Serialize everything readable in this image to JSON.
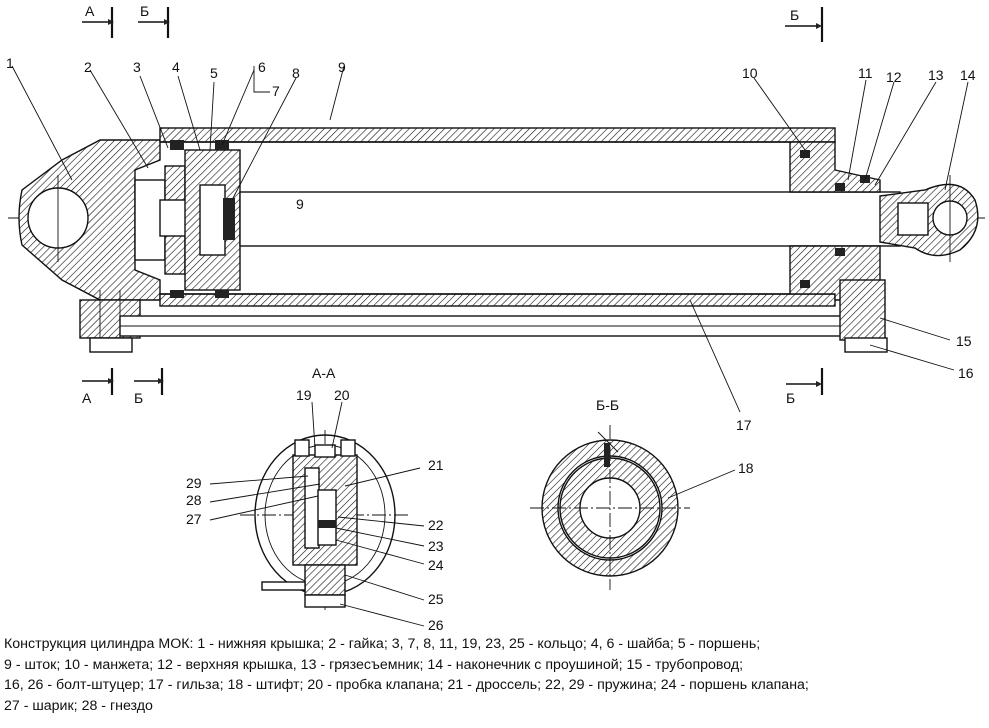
{
  "diagram": {
    "section_labels": {
      "aa_top_a": "А",
      "aa_top_b": "Б",
      "bb_top_b": "Б",
      "aa_bottom_a": "А",
      "aa_bottom_b": "Б",
      "bb_bottom_b": "Б",
      "view_aa": "А-А",
      "view_bb": "Б-Б"
    },
    "callouts": {
      "c1": "1",
      "c2": "2",
      "c3": "3",
      "c4": "4",
      "c5": "5",
      "c6": "6",
      "c7": "7",
      "c8": "8",
      "c9": "9",
      "c10": "10",
      "c11": "11",
      "c12": "12",
      "c13": "13",
      "c14": "14",
      "c15": "15",
      "c16": "16",
      "c17": "17",
      "c18": "18",
      "c19": "19",
      "c20": "20",
      "c21": "21",
      "c22": "22",
      "c23": "23",
      "c24": "24",
      "c25": "25",
      "c26": "26",
      "c27": "27",
      "c28": "28",
      "c29": "29"
    }
  },
  "caption": {
    "text": "Конструкция цилиндра МОК: 1 - нижняя крышка; 2 - гайка; 3, 7, 8, 11, 19, 23, 25 - кольцо; 4, 6 - шайба; 5 - поршень;\n9 - шток; 10 - манжета;  12 - верхняя крышка, 13 - грязесъемник; 14 - наконечник с проушиной; 15 - трубопровод;\n16, 26 - болт-штуцер; 17 - гильза; 18 - штифт; 20 - пробка клапана; 21 - дроссель; 22, 29 - пружина; 24 - поршень клапана;\n27 - шарик; 28 - гнездо"
  }
}
